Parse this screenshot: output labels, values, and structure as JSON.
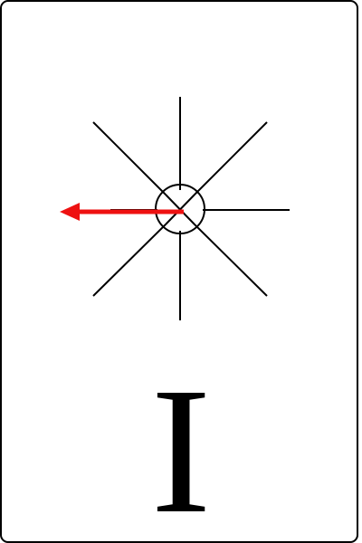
{
  "card": {
    "letter": "I"
  },
  "symbol": {
    "icon": "eight-ray-star-with-circle",
    "arrow_icon": "left-arrow",
    "arrow_color": "#ee1111",
    "line_color": "#000000"
  }
}
